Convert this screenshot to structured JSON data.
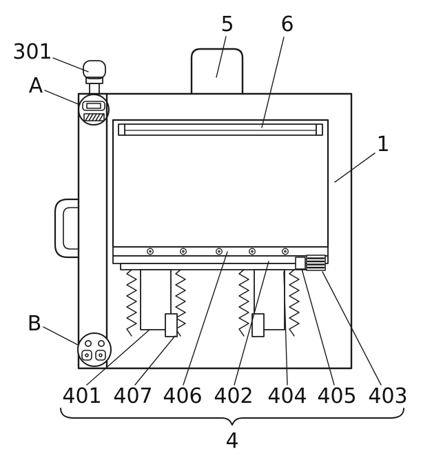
{
  "colors": {
    "line": "#1a1a1a",
    "background": "#ffffff"
  },
  "labels": {
    "n301": "301",
    "nA": "A",
    "nB": "B",
    "n5": "5",
    "n6": "6",
    "n1": "1",
    "n401": "401",
    "n407": "407",
    "n406": "406",
    "n402": "402",
    "n404": "404",
    "n405": "405",
    "n403": "403",
    "n4": "4"
  }
}
